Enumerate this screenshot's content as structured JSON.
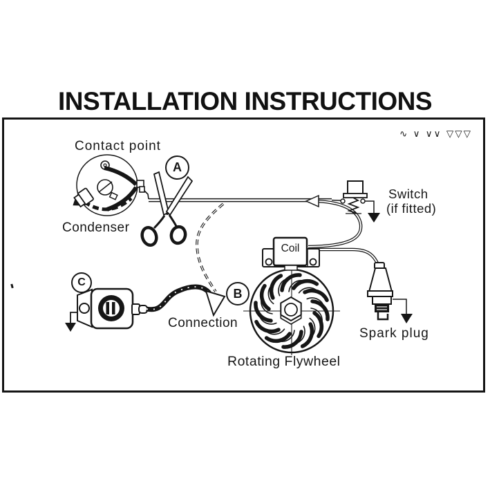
{
  "title": "INSTALLATION INSTRUCTIONS",
  "corner_marks": "∿ ∨ ∨∨ ▽▽▽",
  "labels": {
    "contact_point": "Contact point",
    "condenser": "Condenser",
    "switch": "Switch",
    "switch_note": "(if fitted)",
    "coil": "Coil",
    "connection": "Connection",
    "spark_plug": "Spark plug",
    "rotating_flywheel": "Rotating Flywheel"
  },
  "step_markers": {
    "a": "A",
    "b": "B",
    "c": "C"
  },
  "colors": {
    "ink": "#161616",
    "paper": "#ffffff"
  }
}
